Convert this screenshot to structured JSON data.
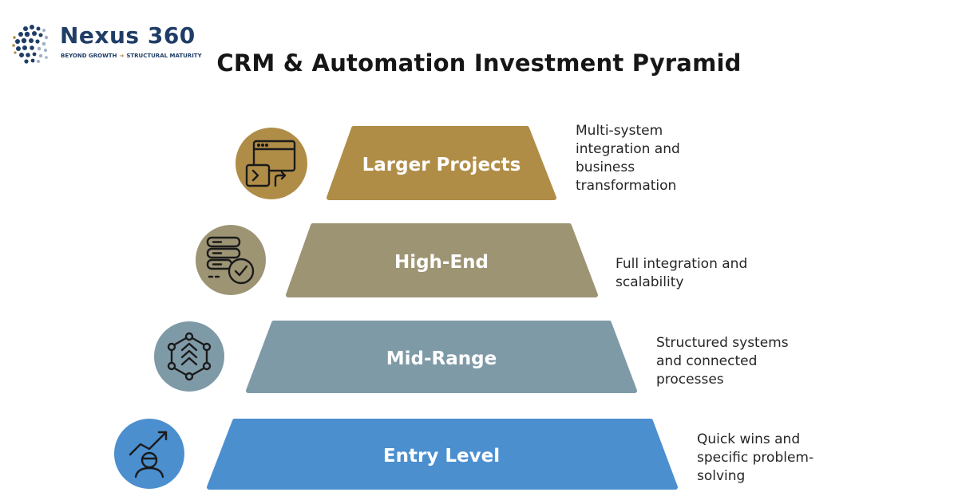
{
  "brand": {
    "name": "Nexus 360",
    "tagline_left": "BEYOND GROWTH",
    "tagline_right": "STRUCTURAL MATURITY"
  },
  "title": "CRM & Automation Investment Pyramid",
  "tiers": [
    {
      "label": "Larger Projects",
      "color": "#b08d47",
      "icon": "terminal-window-icon",
      "description": [
        "Multi-system",
        "integration and",
        "business",
        "transformation"
      ]
    },
    {
      "label": "High-End",
      "color": "#9d9474",
      "icon": "server-check-icon",
      "description": [
        "Full integration and",
        "scalability"
      ]
    },
    {
      "label": "Mid-Range",
      "color": "#7f9aa7",
      "icon": "network-chevrons-icon",
      "description": [
        "Structured systems",
        "and connected",
        "processes"
      ]
    },
    {
      "label": "Entry Level",
      "color": "#4b8fcf",
      "icon": "growth-person-icon",
      "description": [
        "Quick wins and",
        "specific problem-",
        "solving"
      ]
    }
  ]
}
